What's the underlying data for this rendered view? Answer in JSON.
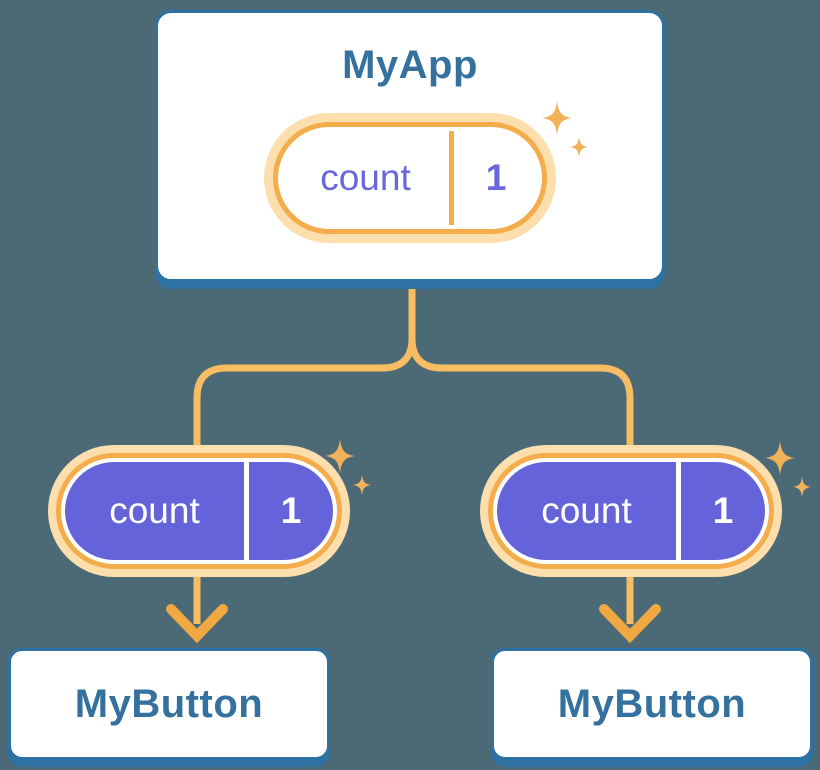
{
  "diagram": {
    "root": {
      "name": "MyApp",
      "state_pill": {
        "label": "count",
        "value": "1"
      }
    },
    "children": [
      {
        "props_pill": {
          "label": "count",
          "value": "1"
        },
        "component": {
          "name": "MyButton"
        }
      },
      {
        "props_pill": {
          "label": "count",
          "value": "1"
        },
        "component": {
          "name": "MyButton"
        }
      }
    ]
  },
  "icons": {
    "sparkle": "four-point-star",
    "arrow": "down-arrow"
  },
  "colors": {
    "background": "#4C6A76",
    "card_background": "#FFFFFF",
    "card_border": "#2E72A4",
    "component_title": "#35719F",
    "connector": "#F8BC62",
    "arrowhead": "#F0A843",
    "pill_glow": "#FCDFAD",
    "pill_ring": "#F5AC4B",
    "state_pill_fill": "#6563DA",
    "state_text_purple": "#6A67DB",
    "sparkle": "#F3B259"
  }
}
